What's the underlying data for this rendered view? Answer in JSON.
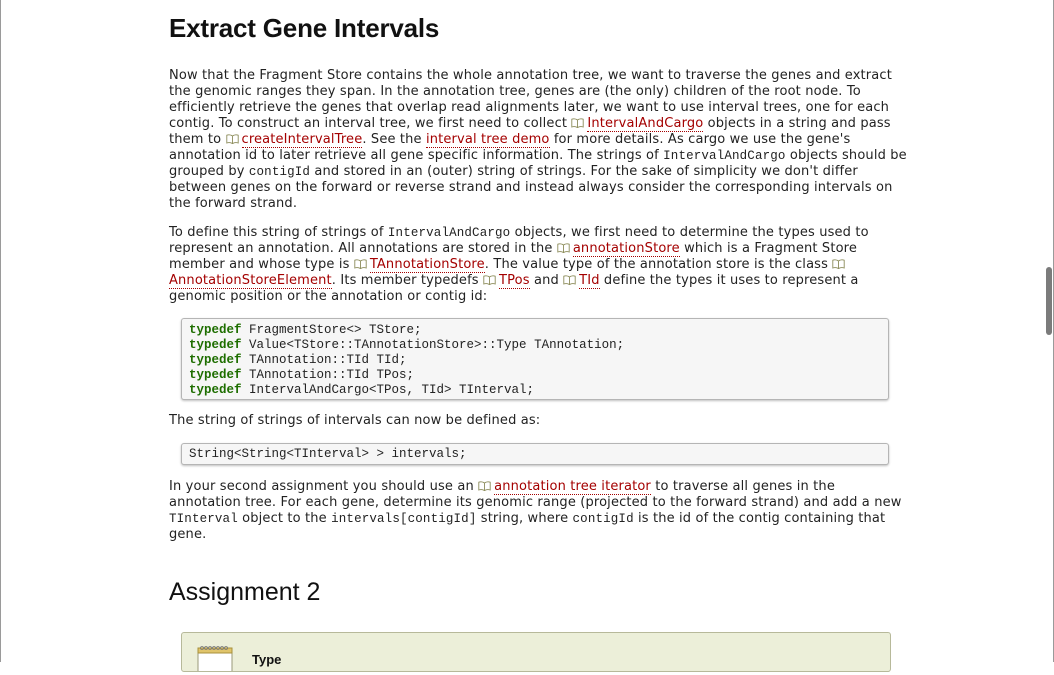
{
  "heading": "Extract Gene Intervals",
  "para1": {
    "t1": "Now that the Fragment Store contains the whole annotation tree, we want to traverse the genes and extract the genomic ranges they span. In the annotation tree, genes are (the only) children of the root node. To efficiently retrieve the genes that overlap read alignments later, we want to use interval trees, one for each contig. To construct an interval tree, we first need to collect ",
    "link1": "IntervalAndCargo",
    "t2": " objects in a string and pass them to ",
    "link2": "createIntervalTree",
    "t3": ". See the ",
    "link3": "interval tree demo",
    "t4": " for more details. As cargo we use the gene's annotation id to later retrieve all gene specific information. The strings of ",
    "code1": "IntervalAndCargo",
    "t5": " objects should be grouped by ",
    "code2": "contigId",
    "t6": " and stored in an (outer) string of strings. For the sake of simplicity we don't differ between genes on the forward or reverse strand and instead always consider the corresponding intervals on the forward strand."
  },
  "para2": {
    "t1": "To define this string of strings of ",
    "code1": "IntervalAndCargo",
    "t2": " objects, we first need to determine the types used to represent an annotation. All annotations are stored in the ",
    "link1": "annotationStore",
    "t3": " which is a Fragment Store member and whose type is ",
    "link2": "TAnnotationStore",
    "t4": ". The value type of the annotation store is the class ",
    "link3": "AnnotationStoreElement",
    "t5": ". Its member typedefs ",
    "link4": "TPos",
    "t6": " and ",
    "link5": "TId",
    "t7": " define the types it uses to represent a genomic position or the annotation or contig id:"
  },
  "code_block1": {
    "keyword": "typedef",
    "lines": [
      " FragmentStore<> TStore;",
      " Value<TStore::TAnnotationStore>::Type TAnnotation;",
      " TAnnotation::TId TId;",
      " TAnnotation::TId TPos;",
      " IntervalAndCargo<TPos, TId> TInterval;"
    ]
  },
  "para3": "The string of strings of intervals can now be defined as:",
  "code_block2": "String<String<TInterval> > intervals;",
  "para4": {
    "t1": "In your second assignment you should use an ",
    "link1": "annotation tree iterator",
    "t2": " to traverse all genes in the annotation tree. For each gene, determine its genomic range (projected to the forward strand) and add a new ",
    "code1": "TInterval",
    "t3": " object to the ",
    "code2": "intervals[contigId]",
    "t4": " string, where ",
    "code3": "contigId",
    "t5": " is the id of the contig containing that gene."
  },
  "assignment_heading": "Assignment 2",
  "note_box": {
    "title": "Type"
  },
  "colors": {
    "link": "#a40000",
    "keyword": "#1e6e00",
    "note_bg": "#ecefd9"
  },
  "icons": {
    "doc_link": "book-icon",
    "note": "notepad-icon"
  }
}
